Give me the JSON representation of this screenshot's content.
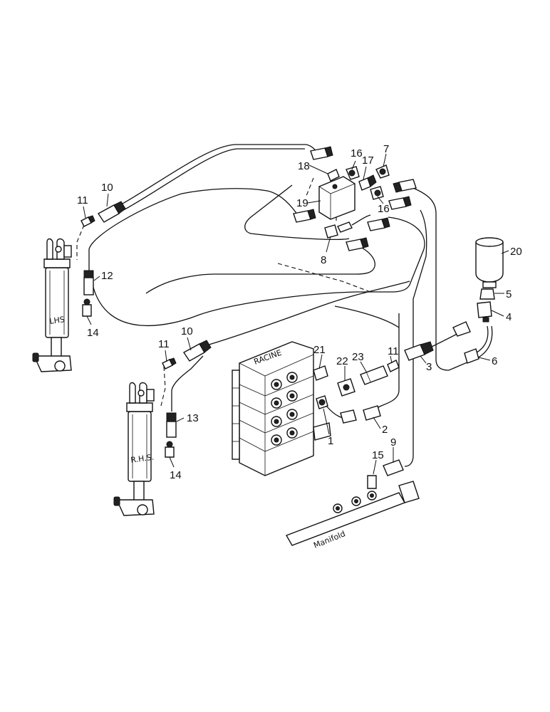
{
  "diagram": {
    "callouts": {
      "c1": "1",
      "c2": "2",
      "c3": "3",
      "c4": "4",
      "c5": "5",
      "c6": "6",
      "c7": "7",
      "c8": "8",
      "c9": "9",
      "c10a": "10",
      "c10b": "10",
      "c11a": "11",
      "c11b": "11",
      "c11c": "11",
      "c12": "12",
      "c13": "13",
      "c14a": "14",
      "c14b": "14",
      "c15": "15",
      "c16a": "16",
      "c16b": "16",
      "c17": "17",
      "c18": "18",
      "c19": "19",
      "c20": "20",
      "c21": "21",
      "c22": "22",
      "c23": "23"
    },
    "labels": {
      "lhs": "LHS",
      "rhs": "R.H.S.",
      "racine": "RACINE",
      "manifold": "Manifold"
    }
  }
}
